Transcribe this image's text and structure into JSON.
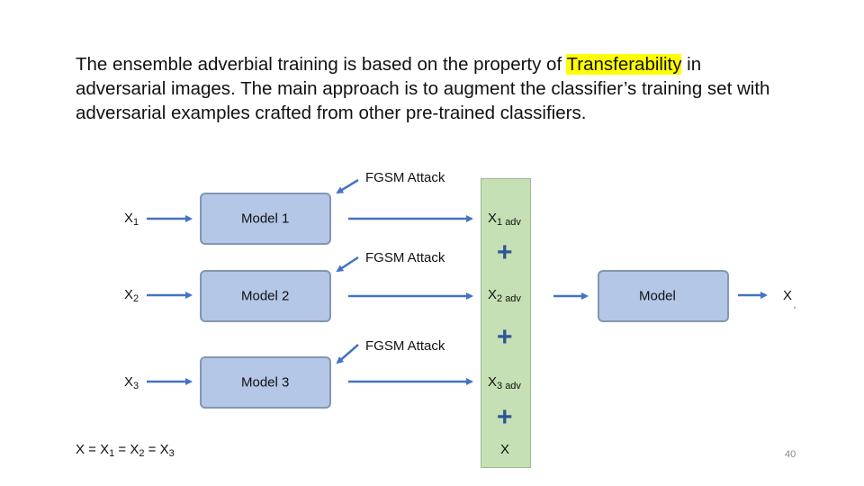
{
  "intro": {
    "before": "The ensemble adverbial training is based on the property of ",
    "highlight": "Transferability",
    "after": " in adversarial images. The main approach is to augment the classifier’s training set with adversarial examples crafted from other pre-trained classifiers."
  },
  "diagram": {
    "attack_label": "FGSM Attack",
    "inputs": [
      {
        "base": "X",
        "sub": "1"
      },
      {
        "base": "X",
        "sub": "2"
      },
      {
        "base": "X",
        "sub": "3"
      }
    ],
    "models": [
      "Model 1",
      "Model 2",
      "Model 3"
    ],
    "adv_outputs": [
      {
        "base": "X",
        "sub": "1 adv"
      },
      {
        "base": "X",
        "sub": "2 adv"
      },
      {
        "base": "X",
        "sub": "3 adv"
      }
    ],
    "plus_symbol": "+",
    "clean_input": "X",
    "final_model": "Model",
    "final_output": {
      "base": "X",
      "sub": "‘"
    },
    "equation": {
      "lhs": "X = X",
      "s1": "1",
      "eq2": " = X",
      "s2": "2",
      "eq3": " = X",
      "s3": "3"
    },
    "arrow_color": "#4472c4"
  },
  "page_number": "40"
}
